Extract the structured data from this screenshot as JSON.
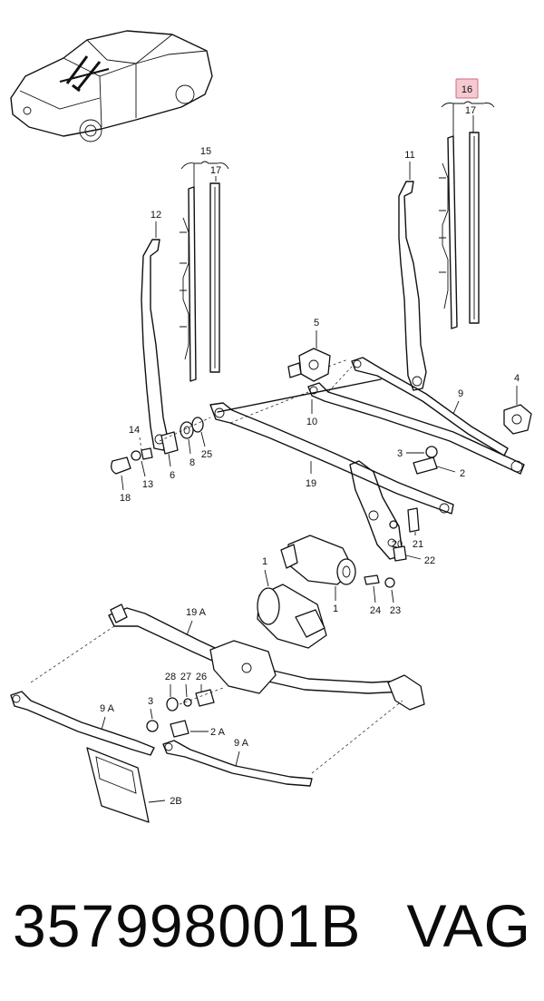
{
  "diagram": {
    "highlight_color": "#f6c9d0",
    "highlight_border": "#d06a7f",
    "labels": {
      "l16": "16",
      "l17a": "17",
      "l15": "15",
      "l17b": "17",
      "l11": "11",
      "l12": "12",
      "l5": "5",
      "l9": "9",
      "l4": "4",
      "l10": "10",
      "l14": "14",
      "l18": "18",
      "l13": "13",
      "l6": "6",
      "l8": "8",
      "l25": "25",
      "l19": "19",
      "l3a": "3",
      "l2a": "2",
      "l20": "20",
      "l21": "21",
      "l22": "22",
      "l1a": "1",
      "l1b": "1",
      "l24": "24",
      "l23": "23",
      "l19A": "19 A",
      "l28": "28",
      "l27": "27",
      "l26": "26",
      "l3b": "3",
      "l9Aa": "9 A",
      "l2A": "2 A",
      "l9Ab": "9 A",
      "l2B": "2B"
    }
  },
  "footer": {
    "part_number": "357998001B",
    "brand": "VAG"
  }
}
